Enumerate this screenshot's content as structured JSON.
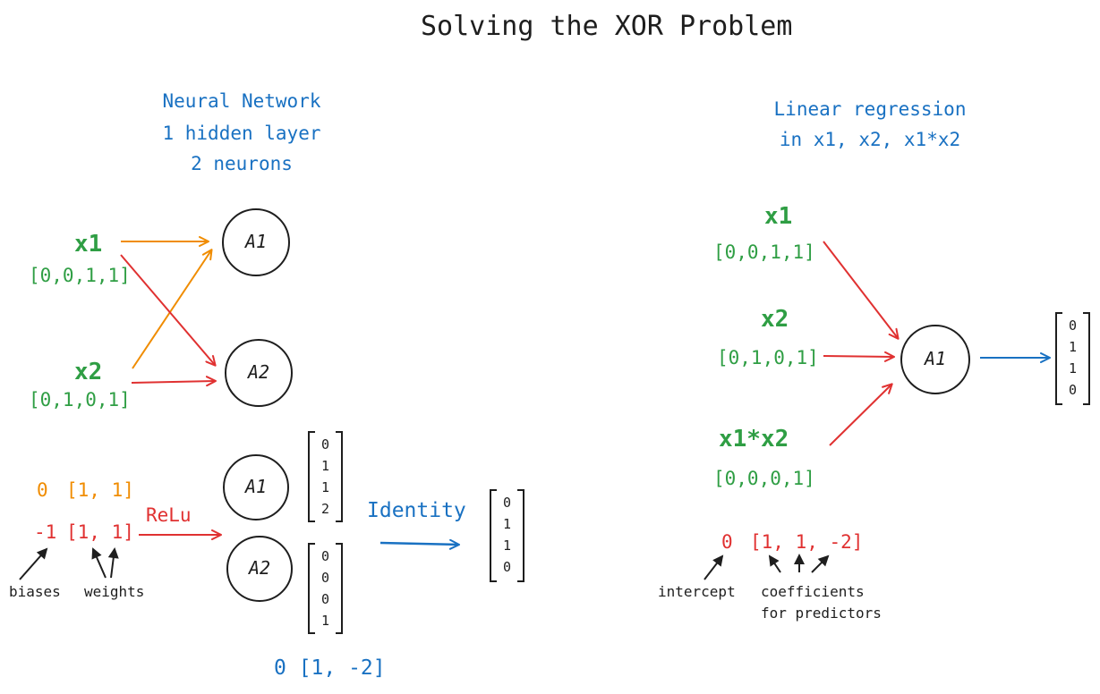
{
  "title": "Solving the XOR Problem",
  "colors": {
    "ink": "#1e1e1e",
    "blue": "#1971c2",
    "green": "#2f9e44",
    "orange": "#f08c00",
    "red": "#e03131"
  },
  "nn": {
    "heading": [
      "Neural Network",
      "1 hidden layer",
      "2 neurons"
    ],
    "x1_label": "x1",
    "x1_values": "[0,0,1,1]",
    "x2_label": "x2",
    "x2_values": "[0,1,0,1]",
    "node_a1": "A1",
    "node_a2": "A2",
    "bias_a1": "0",
    "weights_a1": "[1, 1]",
    "bias_a2": "-1",
    "weights_a2": "[1, 1]",
    "activation": "ReLu",
    "hidden_a1": "A1",
    "hidden_a2": "A2",
    "a1_output": [
      "0",
      "1",
      "1",
      "2"
    ],
    "a2_output": [
      "0",
      "0",
      "0",
      "1"
    ],
    "output_activation": "Identity",
    "output_vector": [
      "0",
      "1",
      "1",
      "0"
    ],
    "output_params": "0 [1, -2]",
    "biases_label": "biases",
    "weights_label": "weights"
  },
  "lr": {
    "heading": [
      "Linear regression",
      "in x1, x2, x1*x2"
    ],
    "x1_label": "x1",
    "x1_values": "[0,0,1,1]",
    "x2_label": "x2",
    "x2_values": "[0,1,0,1]",
    "x1x2_label": "x1*x2",
    "x1x2_values": "[0,0,0,1]",
    "node": "A1",
    "output_vector": [
      "0",
      "1",
      "1",
      "0"
    ],
    "intercept_value": "0",
    "coefficients_value": "[1, 1, -2]",
    "intercept_label": "intercept",
    "coefficients_label": [
      "coefficients",
      "for predictors"
    ]
  }
}
